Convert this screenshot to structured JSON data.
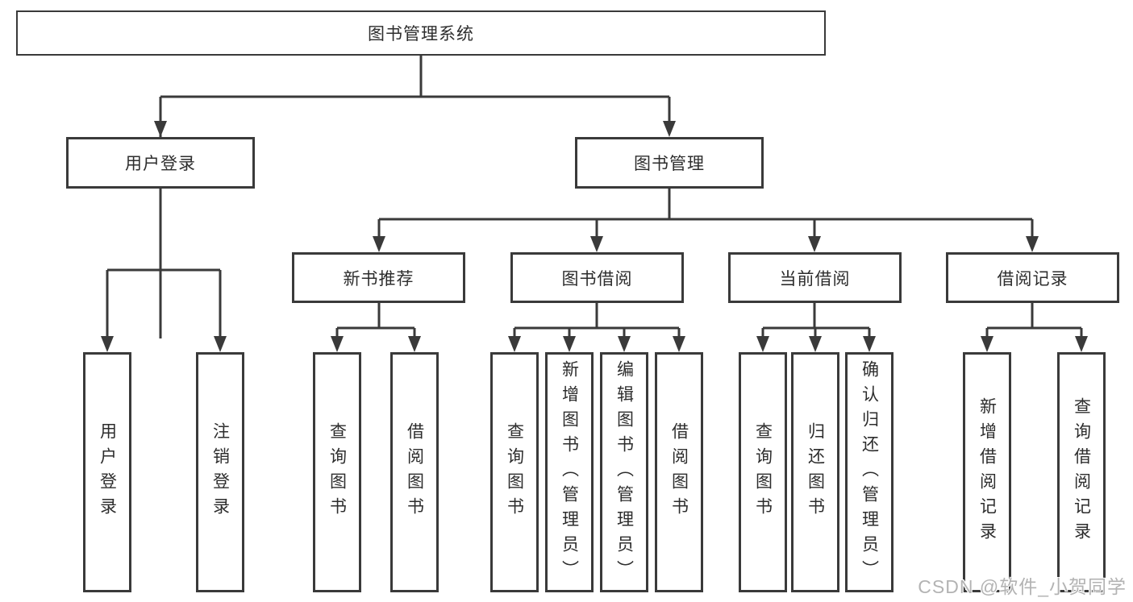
{
  "nodes": {
    "root": "图书管理系统",
    "userLogin": "用户登录",
    "bookMgmt": "图书管理",
    "newBookRec": "新书推荐",
    "bookBorrow": "图书借阅",
    "currentBorrow": "当前借阅",
    "borrowRecord": "借阅记录",
    "leafUserLogin": "用户登录",
    "leafLogout": "注销登录",
    "leafQueryBook1": "查询图书",
    "leafBorrowBook1": "借阅图书",
    "leafQueryBook2": "查询图书",
    "leafAddBookAdmin": "新增图书（管理员）",
    "leafEditBookAdmin": "编辑图书（管理员）",
    "leafBorrowBook2": "借阅图书",
    "leafQueryBook3": "查询图书",
    "leafReturnBook": "归还图书",
    "leafConfirmReturnAdmin": "确认归还（管理员）",
    "leafAddBorrowRecord": "新增借阅记录",
    "leafQueryBorrowRecord": "查询借阅记录"
  },
  "watermark": "CSDN @软件_小贺同学",
  "colors": {
    "line": "#3a3a3a",
    "text": "#2d2d2d",
    "watermark_color": "#b3b3b3",
    "background": "#ffffff"
  }
}
